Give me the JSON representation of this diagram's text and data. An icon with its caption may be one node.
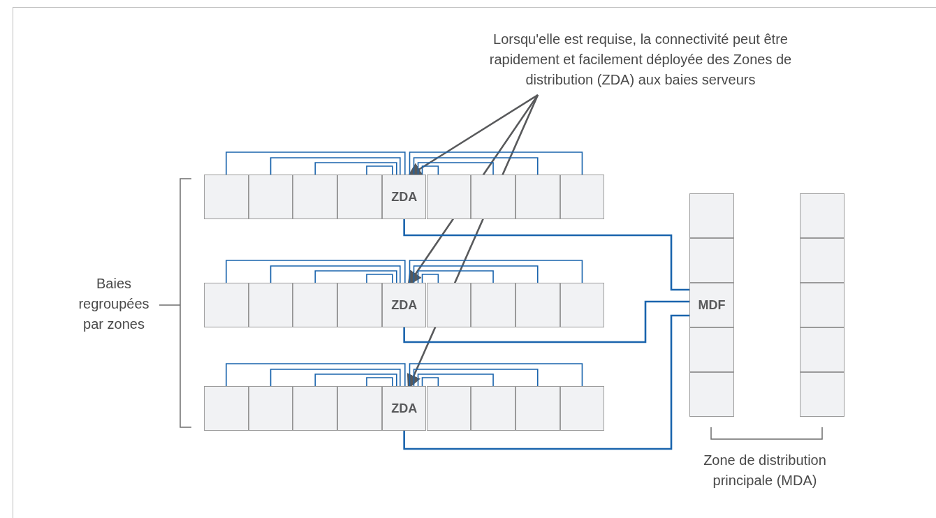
{
  "diagram": {
    "nodes": [
      {
        "text": [
          "Lorsqu'elle est requise, la connectivité peut être rapidement et facilement déployée des Zones de distribution (ZDA) aux baies serveurs"
        ]
      },
      {
        "text": [],
        "shape": "box"
      },
      {
        "text": [],
        "shape": "box"
      },
      {
        "text": [],
        "shape": "box"
      },
      {
        "text": [],
        "shape": "box"
      },
      {
        "text": [
          "ZDA"
        ]
      },
      {
        "text": [],
        "shape": "box"
      },
      {
        "text": [],
        "shape": "box"
      },
      {
        "text": [],
        "shape": "box"
      },
      {
        "text": [],
        "shape": "box"
      },
      {
        "text": [],
        "shape": "box"
      },
      {
        "text": [],
        "shape": "box"
      },
      {
        "text": [],
        "shape": "box"
      },
      {
        "text": [],
        "shape": "box"
      },
      {
        "text": [
          "ZDA"
        ]
      },
      {
        "text": [],
        "shape": "box"
      },
      {
        "text": [],
        "shape": "box"
      },
      {
        "text": [],
        "shape": "box"
      },
      {
        "text": [],
        "shape": "box"
      },
      {
        "text": [],
        "shape": "box"
      },
      {
        "text": [],
        "shape": "box"
      },
      {
        "text": [],
        "shape": "box"
      },
      {
        "text": [],
        "shape": "box"
      },
      {
        "text": [
          "ZDA"
        ]
      },
      {
        "text": [],
        "shape": "box"
      },
      {
        "text": [],
        "shape": "box"
      },
      {
        "text": [],
        "shape": "box"
      },
      {
        "text": [],
        "shape": "box"
      },
      {
        "text": [],
        "shape": "box"
      },
      {
        "text": [],
        "shape": "box"
      },
      {
        "text": [
          "MDF"
        ]
      },
      {
        "text": [],
        "shape": "box"
      },
      {
        "text": [],
        "shape": "box"
      },
      {
        "text": [],
        "shape": "box"
      },
      {
        "text": [],
        "shape": "box"
      },
      {
        "text": [],
        "shape": "box"
      },
      {
        "text": [],
        "shape": "box"
      },
      {
        "text": [],
        "shape": "box"
      }
    ],
    "edges": [
      {
        "from": 0,
        "to": 5,
        "arrow": "to",
        "color": "#58595b"
      },
      {
        "from": 0,
        "to": 14,
        "arrow": "to",
        "color": "#58595b"
      },
      {
        "from": 0,
        "to": 23,
        "arrow": "to",
        "color": "#58595b"
      },
      {
        "from": 5,
        "to": 1,
        "arrow": "none"
      },
      {
        "from": 5,
        "to": 2,
        "arrow": "none"
      },
      {
        "from": 5,
        "to": 3,
        "arrow": "none"
      },
      {
        "from": 5,
        "to": 4,
        "arrow": "none"
      },
      {
        "from": 5,
        "to": 6,
        "arrow": "none"
      },
      {
        "from": 5,
        "to": 7,
        "arrow": "none"
      },
      {
        "from": 5,
        "to": 8,
        "arrow": "none"
      },
      {
        "from": 5,
        "to": 9,
        "arrow": "none"
      },
      {
        "from": 14,
        "to": 10,
        "arrow": "none"
      },
      {
        "from": 14,
        "to": 11,
        "arrow": "none"
      },
      {
        "from": 14,
        "to": 12,
        "arrow": "none"
      },
      {
        "from": 14,
        "to": 13,
        "arrow": "none"
      },
      {
        "from": 14,
        "to": 15,
        "arrow": "none"
      },
      {
        "from": 14,
        "to": 16,
        "arrow": "none"
      },
      {
        "from": 14,
        "to": 17,
        "arrow": "none"
      },
      {
        "from": 14,
        "to": 18,
        "arrow": "none"
      },
      {
        "from": 23,
        "to": 19,
        "arrow": "none"
      },
      {
        "from": 23,
        "to": 20,
        "arrow": "none"
      },
      {
        "from": 23,
        "to": 21,
        "arrow": "none"
      },
      {
        "from": 23,
        "to": 22,
        "arrow": "none"
      },
      {
        "from": 23,
        "to": 24,
        "arrow": "none"
      },
      {
        "from": 23,
        "to": 25,
        "arrow": "none"
      },
      {
        "from": 23,
        "to": 26,
        "arrow": "none"
      },
      {
        "from": 23,
        "to": 27,
        "arrow": "none"
      },
      {
        "from": 5,
        "to": 30,
        "arrow": "none"
      },
      {
        "from": 14,
        "to": 30,
        "arrow": "none"
      },
      {
        "from": 23,
        "to": 30,
        "arrow": "none"
      }
    ],
    "labels": [
      "Baies regroupées par zones",
      "Zone de distribution principale (MDA)"
    ]
  }
}
